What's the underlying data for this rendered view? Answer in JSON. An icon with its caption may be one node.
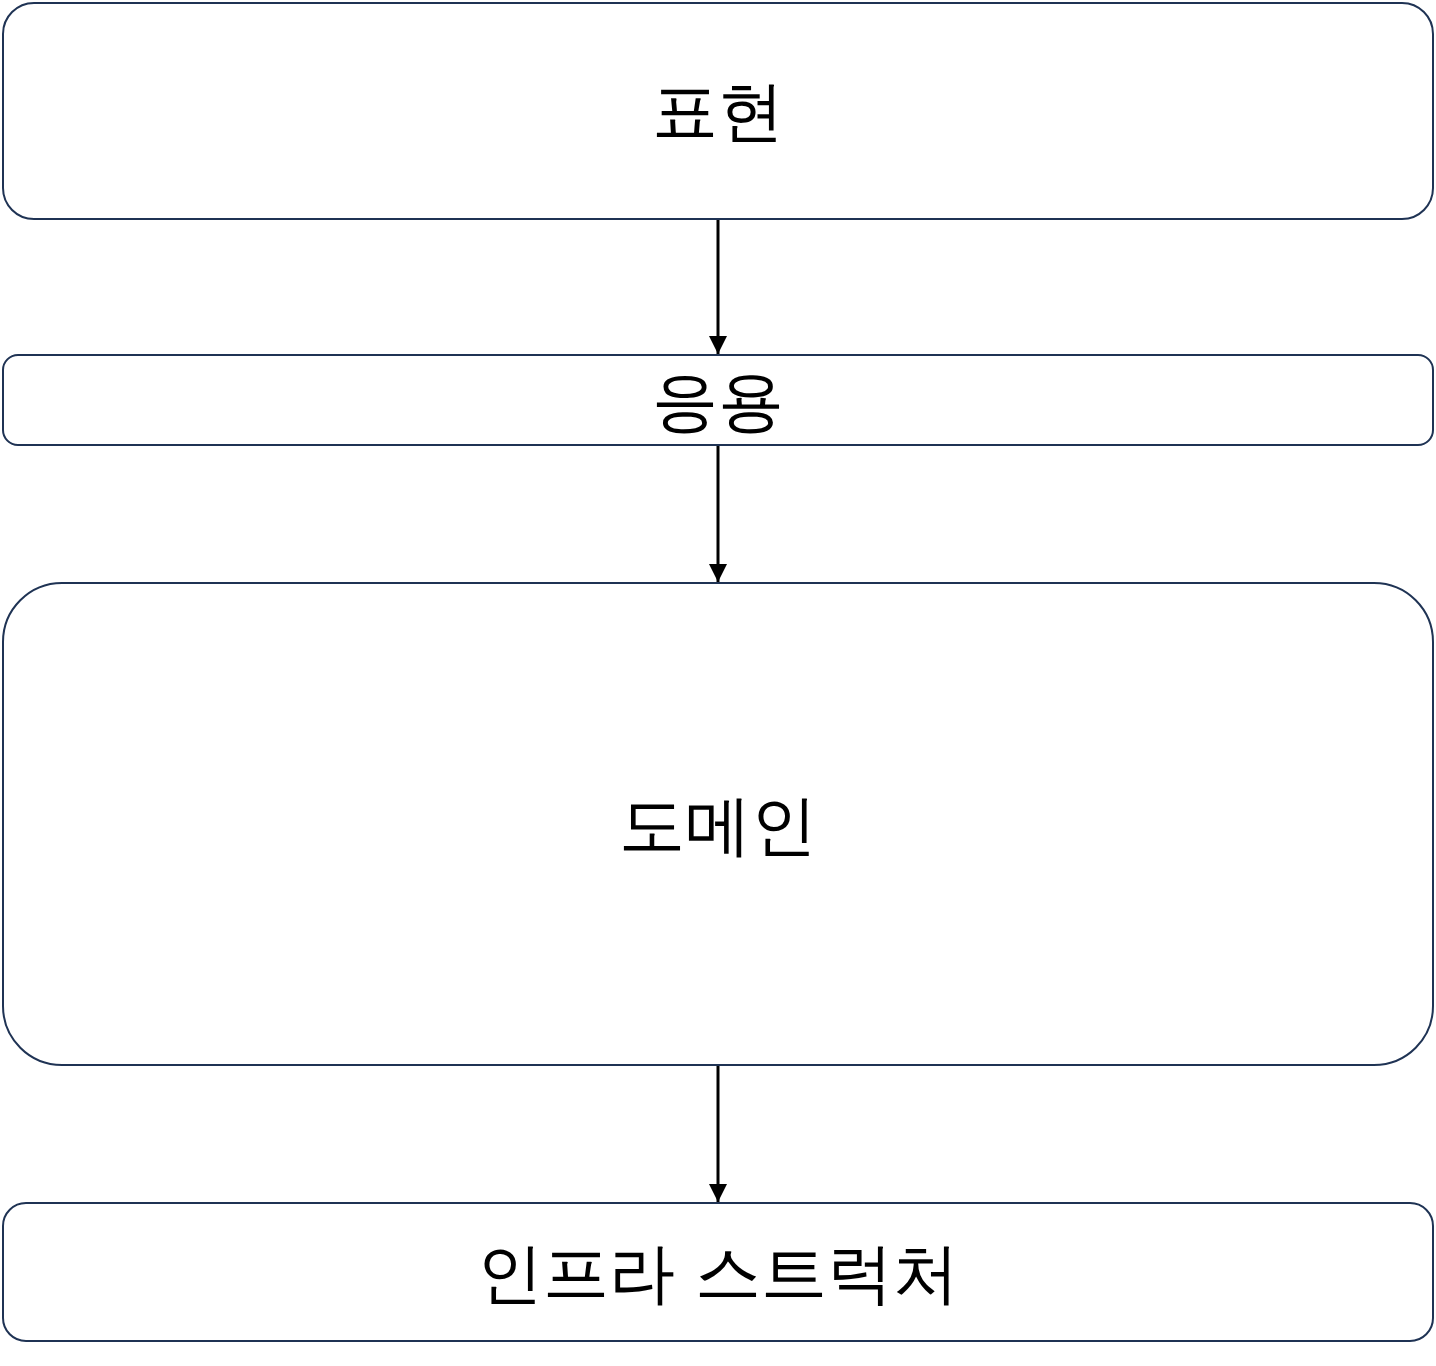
{
  "diagram": {
    "nodes": [
      {
        "text": [
          "표현"
        ]
      },
      {
        "text": [
          "응용"
        ]
      },
      {
        "text": [
          "도메인"
        ]
      },
      {
        "text": [
          "인프라 스트럭처"
        ]
      }
    ],
    "edges": [
      {
        "from": 0,
        "to": 1,
        "arrow": "to"
      },
      {
        "from": 1,
        "to": 2,
        "arrow": "to"
      },
      {
        "from": 2,
        "to": 3,
        "arrow": "to"
      }
    ]
  }
}
